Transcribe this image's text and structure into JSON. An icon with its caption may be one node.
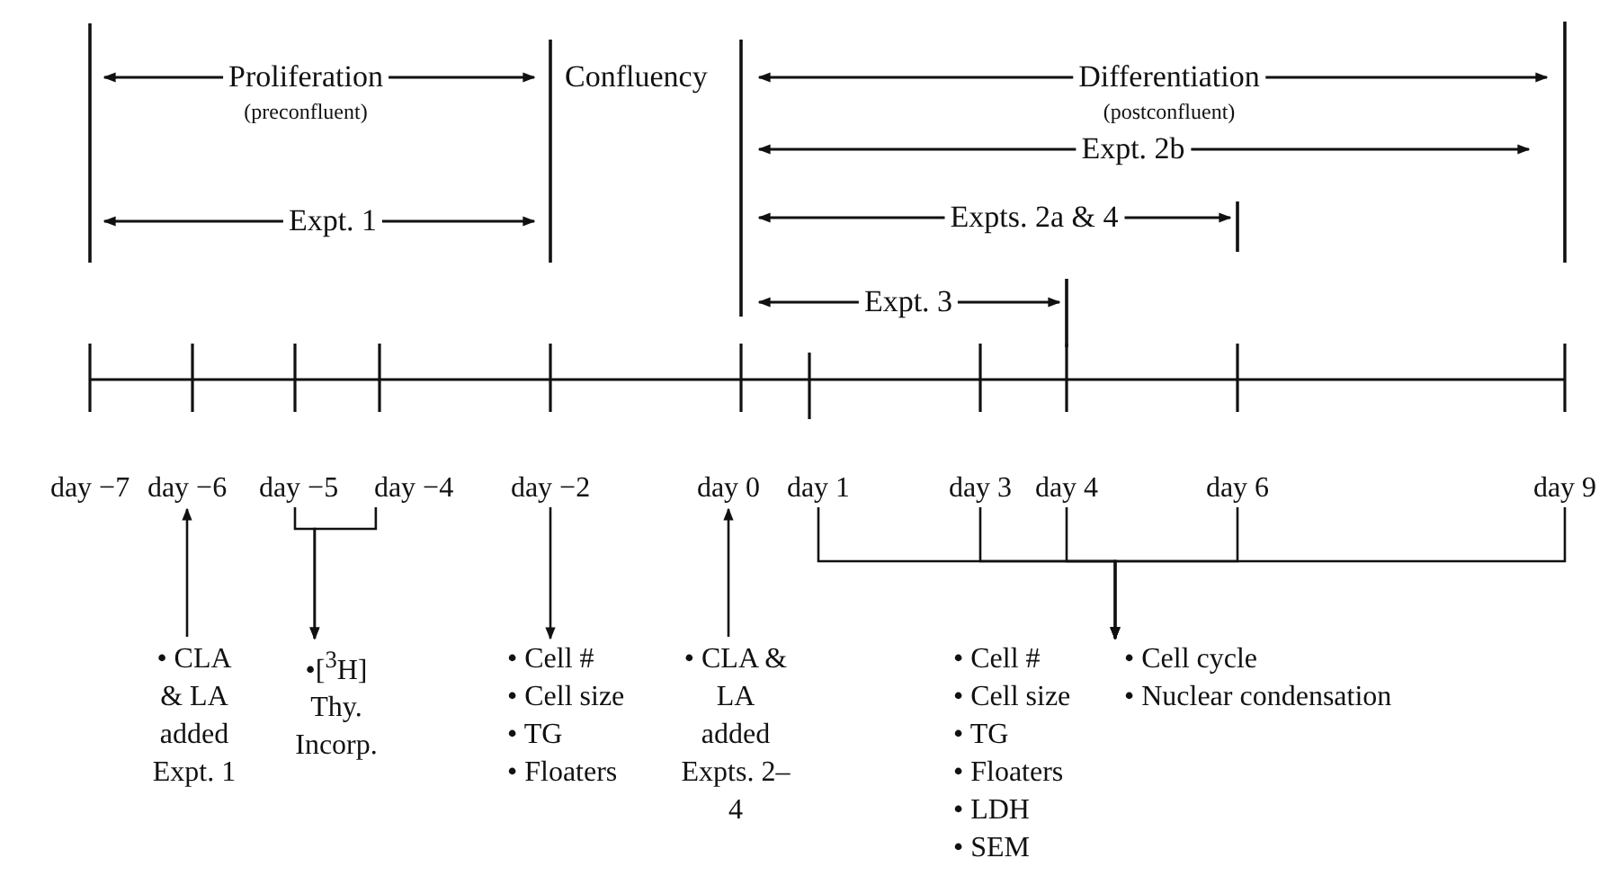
{
  "diagram": {
    "nodes": [
      {
        "text": [
          "day −7"
        ]
      },
      {
        "text": [
          "day −6"
        ]
      },
      {
        "text": [
          "day −5"
        ]
      },
      {
        "text": [
          "day −4"
        ]
      },
      {
        "text": [
          "day −2"
        ]
      },
      {
        "text": [
          "day 0"
        ]
      },
      {
        "text": [
          "day 1"
        ]
      },
      {
        "text": [
          "day 3"
        ]
      },
      {
        "text": [
          "day 4"
        ]
      },
      {
        "text": [
          "day 6"
        ]
      },
      {
        "text": [
          "day 9"
        ]
      },
      {
        "text": [
          "• CLA & LA added Expt. 1"
        ]
      },
      {
        "text": [
          "•[$^{3}$H] Thy. Incorp."
        ]
      },
      {
        "text": [
          "• Cell #",
          "• Cell size",
          "• TG",
          "• Floaters"
        ]
      },
      {
        "text": [
          "• CLA & LA added Expts. 2–4"
        ]
      },
      {
        "text": [
          "• Cell #",
          "• Cell size",
          "• TG",
          "• Floaters",
          "• LDH",
          "• SEM",
          "• Cell cycle",
          "• Nuclear condensation"
        ]
      }
    ],
    "edges": [
      {
        "from": 11,
        "to": 1,
        "arrow": "to"
      },
      {
        "from": 2,
        "to": 12,
        "arrow": "to"
      },
      {
        "from": 3,
        "to": 12,
        "arrow": "to"
      },
      {
        "from": 4,
        "to": 13,
        "arrow": "to"
      },
      {
        "from": 14,
        "to": 5,
        "arrow": "to"
      },
      {
        "from": 6,
        "to": 15,
        "arrow": "to"
      },
      {
        "from": 7,
        "to": 15,
        "arrow": "to"
      },
      {
        "from": 8,
        "to": 15,
        "arrow": "to"
      },
      {
        "from": 9,
        "to": 15,
        "arrow": "to"
      },
      {
        "from": 10,
        "to": 15,
        "arrow": "to"
      }
    ],
    "labels": [
      "Proliferation",
      "Confluency",
      "Differentiation",
      "(preconfluent)",
      "(postconfluent)",
      "Expt. 2b",
      "Expt. 1",
      "Expts. 2a & 4",
      "Expt. 3"
    ]
  }
}
